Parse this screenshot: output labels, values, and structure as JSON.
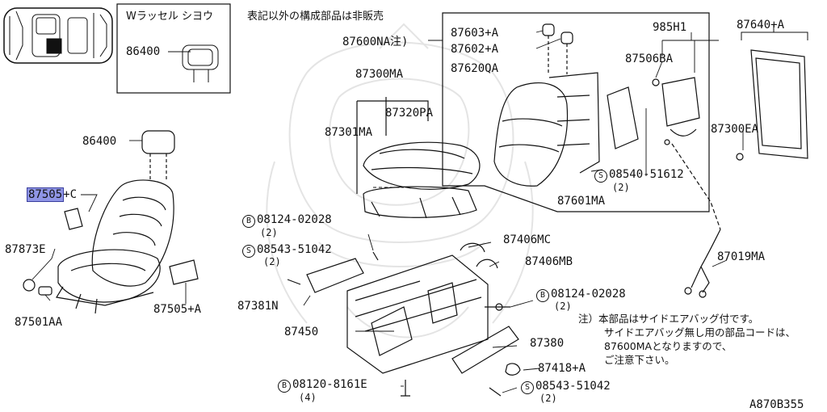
{
  "header_note": "表記以外の構成部品は非販売",
  "inset_title": "Wラッセル シヨウ",
  "diagram_code": "A870B355",
  "callouts": {
    "hr_inset": "86400",
    "hr_main": "86400",
    "p87505c_a": "87505",
    "p87505c_b": "+C",
    "p87873e": "87873E",
    "p87505a": "87505+A",
    "p87501aa": "87501AA",
    "cushion_asm": "87300MA",
    "cushion_trim": "87320PA",
    "cushion_pad": "87301MA",
    "back_asm": "87600NA注)",
    "p87603a": "87603+A",
    "p87602a": "87602+A",
    "back_trim": "87620QA",
    "p985h1": "985H1",
    "p87506ba": "87506BA",
    "screw1_num": "08540-51612",
    "screw1_qty": "(2)",
    "back_frame": "87601MA",
    "board_asm": "87640+A",
    "board_clip": "87300EA",
    "bolt1_num": "08124-02028",
    "bolt1_qty": "(2)",
    "screw2_num": "08543-51042",
    "screw2_qty": "(2)",
    "cover_l": "87381N",
    "adjuster": "87450",
    "p87406mc": "87406MC",
    "p87406mb": "87406MB",
    "harness": "87019MA",
    "bolt2_num": "08124-02028",
    "bolt2_qty": "(2)",
    "cover_r": "87380",
    "p87418a": "87418+A",
    "bolt3_num": "08120-8161E",
    "bolt3_qty": "(4)",
    "screw3_num": "08543-51042",
    "screw3_qty": "(2)",
    "symbol_b": "B",
    "symbol_s": "S"
  },
  "note_lines": [
    "注）本部品はサイドエアバッグ付です。",
    "サイドエアバッグ無し用の部品コードは、",
    "87600MAとなりますので、",
    "ご注意下さい。"
  ]
}
